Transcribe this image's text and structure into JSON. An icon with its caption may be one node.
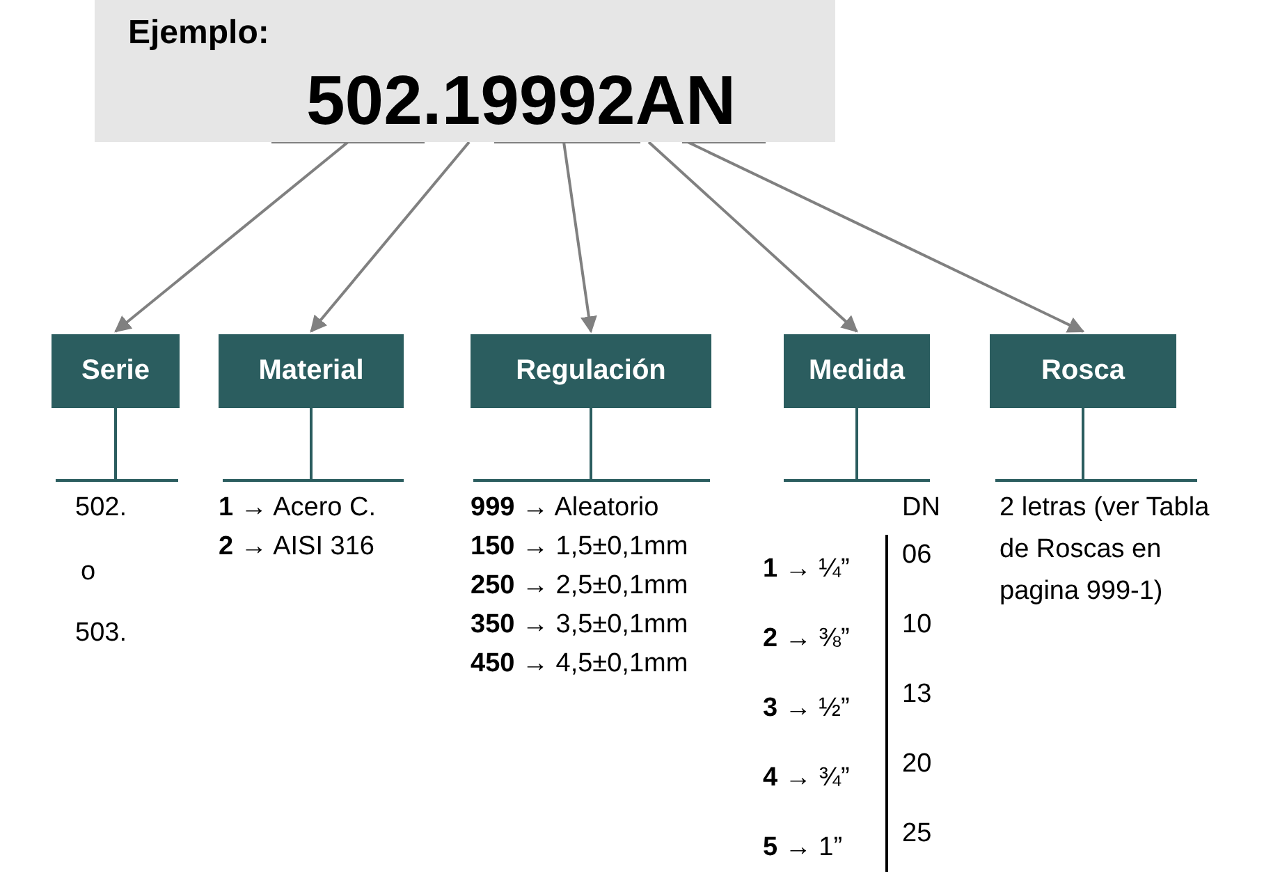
{
  "diagram": {
    "nodes": [
      {
        "text": [
          "Ejemplo:",
          "502.19992AN"
        ]
      },
      {
        "text": [
          "Serie"
        ],
        "beside": [
          "502.",
          "o",
          "503."
        ]
      },
      {
        "text": [
          "Material"
        ],
        "beside": [
          "**1** → Acero C.",
          "**2** → AISI 316"
        ]
      },
      {
        "text": [
          "Regulación"
        ],
        "beside": [
          "**999** → Aleatorio",
          "**150** → 1,5±0,1mm",
          "**250** → 2,5±0,1mm",
          "**350** → 3,5±0,1mm",
          "**450** → 4,5±0,1mm"
        ]
      },
      {
        "text": [
          "Medida"
        ],
        "beside": [
          "DN",
          "**1** → ¼”",
          "06",
          "**2** → ⅜”",
          "10",
          "**3** → ½”",
          "13",
          "**4** → ¾”",
          "20",
          "**5** → 1”",
          "25"
        ]
      },
      {
        "text": [
          "Rosca"
        ],
        "beside": [
          "2 letras (ver Tabla de Roscas en pagina 999-1)"
        ]
      }
    ],
    "edges": [
      {
        "from": 0,
        "to": 1,
        "arrow": "to"
      },
      {
        "from": 0,
        "to": 2,
        "arrow": "to"
      },
      {
        "from": 0,
        "to": 3,
        "arrow": "to"
      },
      {
        "from": 0,
        "to": 4,
        "arrow": "to"
      },
      {
        "from": 0,
        "to": 5,
        "arrow": "to"
      }
    ]
  }
}
